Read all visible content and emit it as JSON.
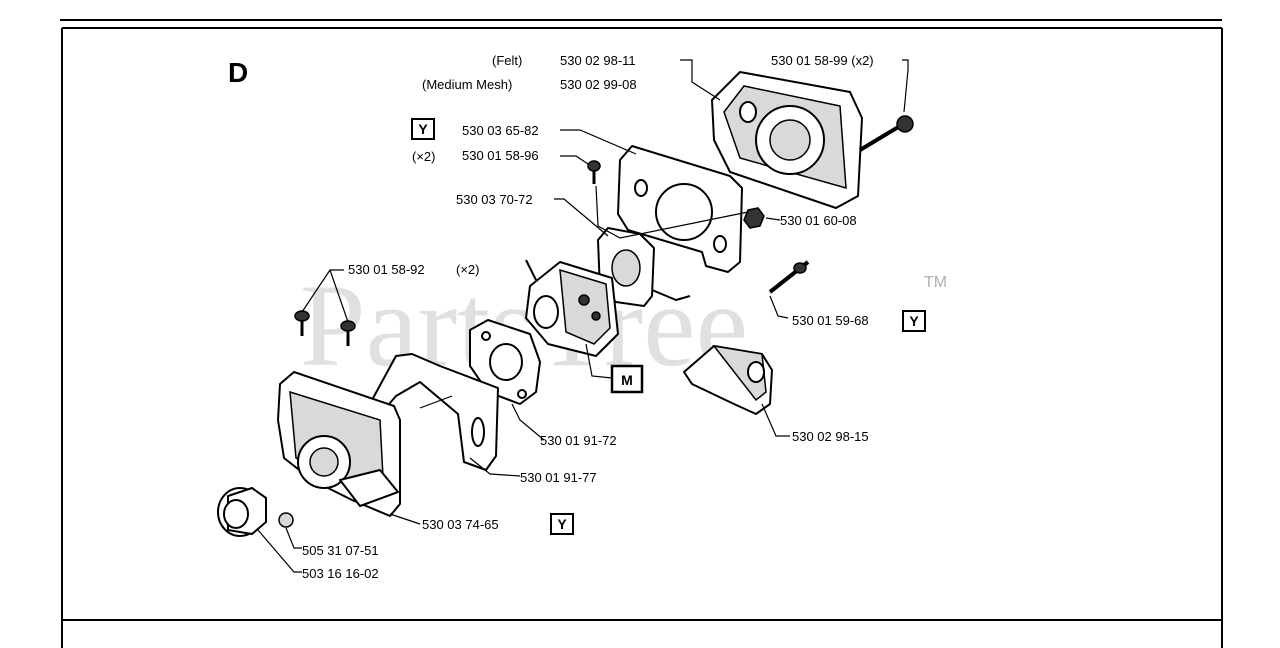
{
  "diagram": {
    "section_letter": "D",
    "watermark": "PartsTree",
    "watermark_tm": "TM",
    "labels": {
      "felt_note": "(Felt)",
      "felt_part": "530 02 98-11",
      "medium_mesh_note": "(Medium Mesh)",
      "medium_mesh_part": "530 02 99-08",
      "screw_top_right": "530 01 58-99 (x2)",
      "gasket_top": "530 03 65-82",
      "screw_small_qty": "(×2)",
      "screw_small": "530 01 58-96",
      "spacer": "530 03 70-72",
      "nut": "530 01 60-08",
      "screw_pair": "530 01 58-92",
      "screw_pair_qty": "(×2)",
      "stud": "530 01 59-68",
      "choke_part": "530 02 98-15",
      "gasket_carb": "530 01 91-72",
      "bracket": "530 01 91-77",
      "housing": "530 03 74-65",
      "plug": "505 31 07-51",
      "sleeve": "503 16 16-02"
    },
    "badges": {
      "y1": "Y",
      "y2": "Y",
      "y3": "Y",
      "m": "M"
    }
  }
}
